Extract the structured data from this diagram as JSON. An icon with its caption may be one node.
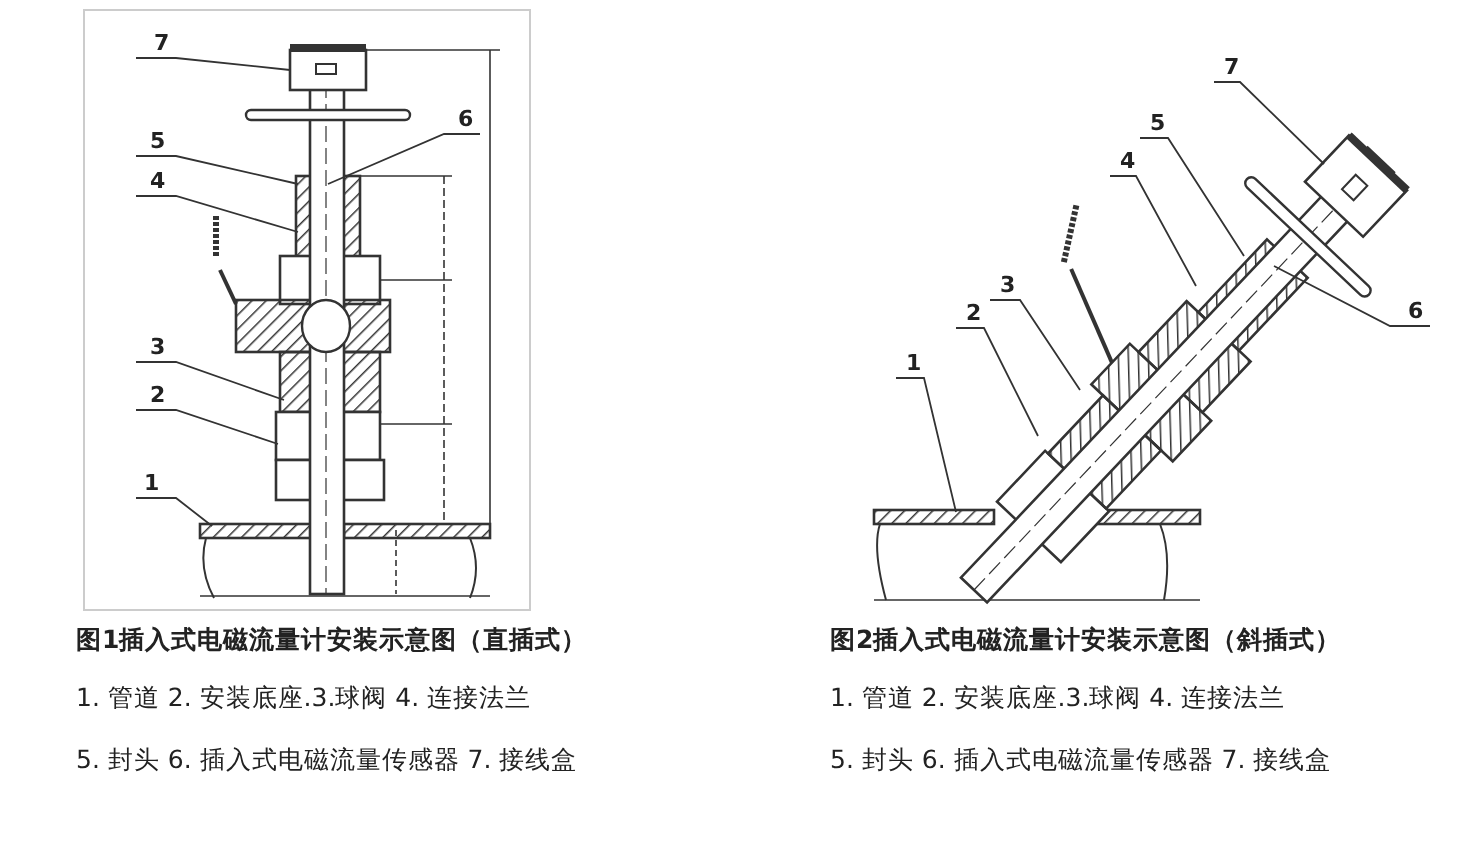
{
  "diagram": {
    "nodes": [
      {
        "text": [
          "1"
        ]
      },
      {
        "text": [
          "2"
        ]
      },
      {
        "text": [
          "3"
        ]
      },
      {
        "text": [
          "4"
        ]
      },
      {
        "text": [
          "5"
        ]
      },
      {
        "text": [
          "6"
        ]
      },
      {
        "text": [
          "7"
        ]
      },
      {
        "text": [
          "1"
        ]
      },
      {
        "text": [
          "2"
        ]
      },
      {
        "text": [
          "3"
        ]
      },
      {
        "text": [
          "4"
        ]
      },
      {
        "text": [
          "5"
        ]
      },
      {
        "text": [
          "6"
        ]
      },
      {
        "text": [
          "7"
        ]
      }
    ],
    "edges": [
      {
        "from": 0,
        "to": null,
        "arrow": "none"
      },
      {
        "from": 1,
        "to": null,
        "arrow": "none"
      },
      {
        "from": 2,
        "to": null,
        "arrow": "none"
      },
      {
        "from": 3,
        "to": null,
        "arrow": "none"
      },
      {
        "from": 4,
        "to": null,
        "arrow": "none"
      },
      {
        "from": 5,
        "to": null,
        "arrow": "none"
      },
      {
        "from": 6,
        "to": null,
        "arrow": "none"
      },
      {
        "from": 7,
        "to": null,
        "arrow": "none"
      },
      {
        "from": 8,
        "to": null,
        "arrow": "none"
      },
      {
        "from": 9,
        "to": null,
        "arrow": "none"
      },
      {
        "from": 10,
        "to": null,
        "arrow": "none"
      },
      {
        "from": 11,
        "to": null,
        "arrow": "none"
      },
      {
        "from": 12,
        "to": null,
        "arrow": "none"
      },
      {
        "from": 13,
        "to": null,
        "arrow": "none"
      }
    ],
    "labels": [
      "图1插入式电磁流量计安装示意图（直插式）",
      "1. 管道 2. 安装底座.3.球阀 4. 连接法兰",
      "5. 封头 6. 插入式电磁流量传感器 7. 接线盒",
      "图2插入式电磁流量计安装示意图（斜插式）",
      "1. 管道 2. 安装底座.3.球阀 4. 连接法兰",
      "5. 封头 6. 插入式电磁流量传感器 7. 接线盒"
    ]
  }
}
